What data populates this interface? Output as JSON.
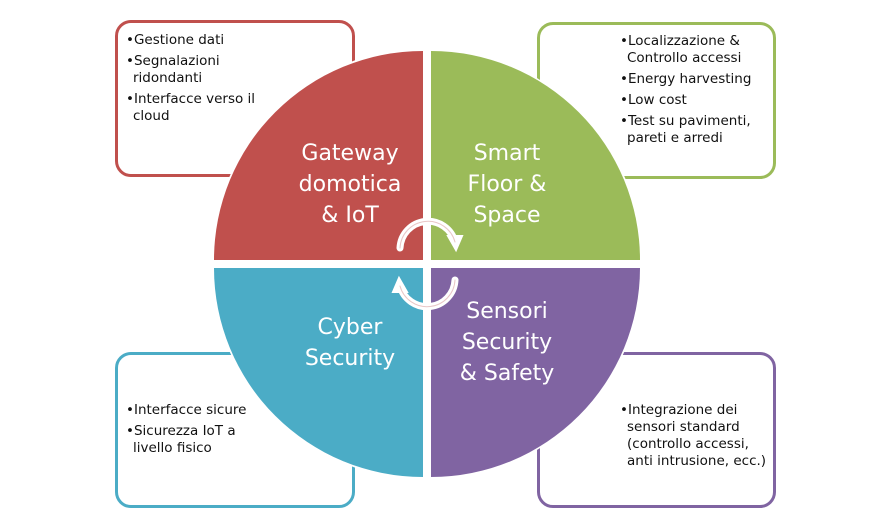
{
  "colors": {
    "gateway": "#c0504d",
    "smart_floor": "#9bbb59",
    "cyber": "#4bacc6",
    "sensori": "#8064a2"
  },
  "quadrants": [
    {
      "id": "gateway",
      "label_lines": [
        "Gateway",
        "domotica",
        "& IoT"
      ]
    },
    {
      "id": "smart_floor",
      "label_lines": [
        "Smart",
        "Floor &",
        "Space"
      ]
    },
    {
      "id": "cyber",
      "label_lines": [
        "Cyber",
        "Security"
      ]
    },
    {
      "id": "sensori",
      "label_lines": [
        "Sensori",
        "Security",
        "& Safety"
      ]
    }
  ],
  "boxes": {
    "gateway": [
      "Gestione dati",
      "Segnalazioni ridondanti",
      "Interfacce verso il cloud"
    ],
    "smart_floor": [
      "Localizzazione & Controllo accessi",
      "Energy harvesting",
      "Low cost",
      "Test su pavimenti, pareti e arredi"
    ],
    "cyber": [
      "Interfacce sicure",
      "Sicurezza IoT a livello fisico"
    ],
    "sensori": [
      "Integrazione dei sensori standard (controllo accessi, anti intrusione, ecc.)"
    ]
  },
  "center_icon": "cycle-arrows-icon"
}
